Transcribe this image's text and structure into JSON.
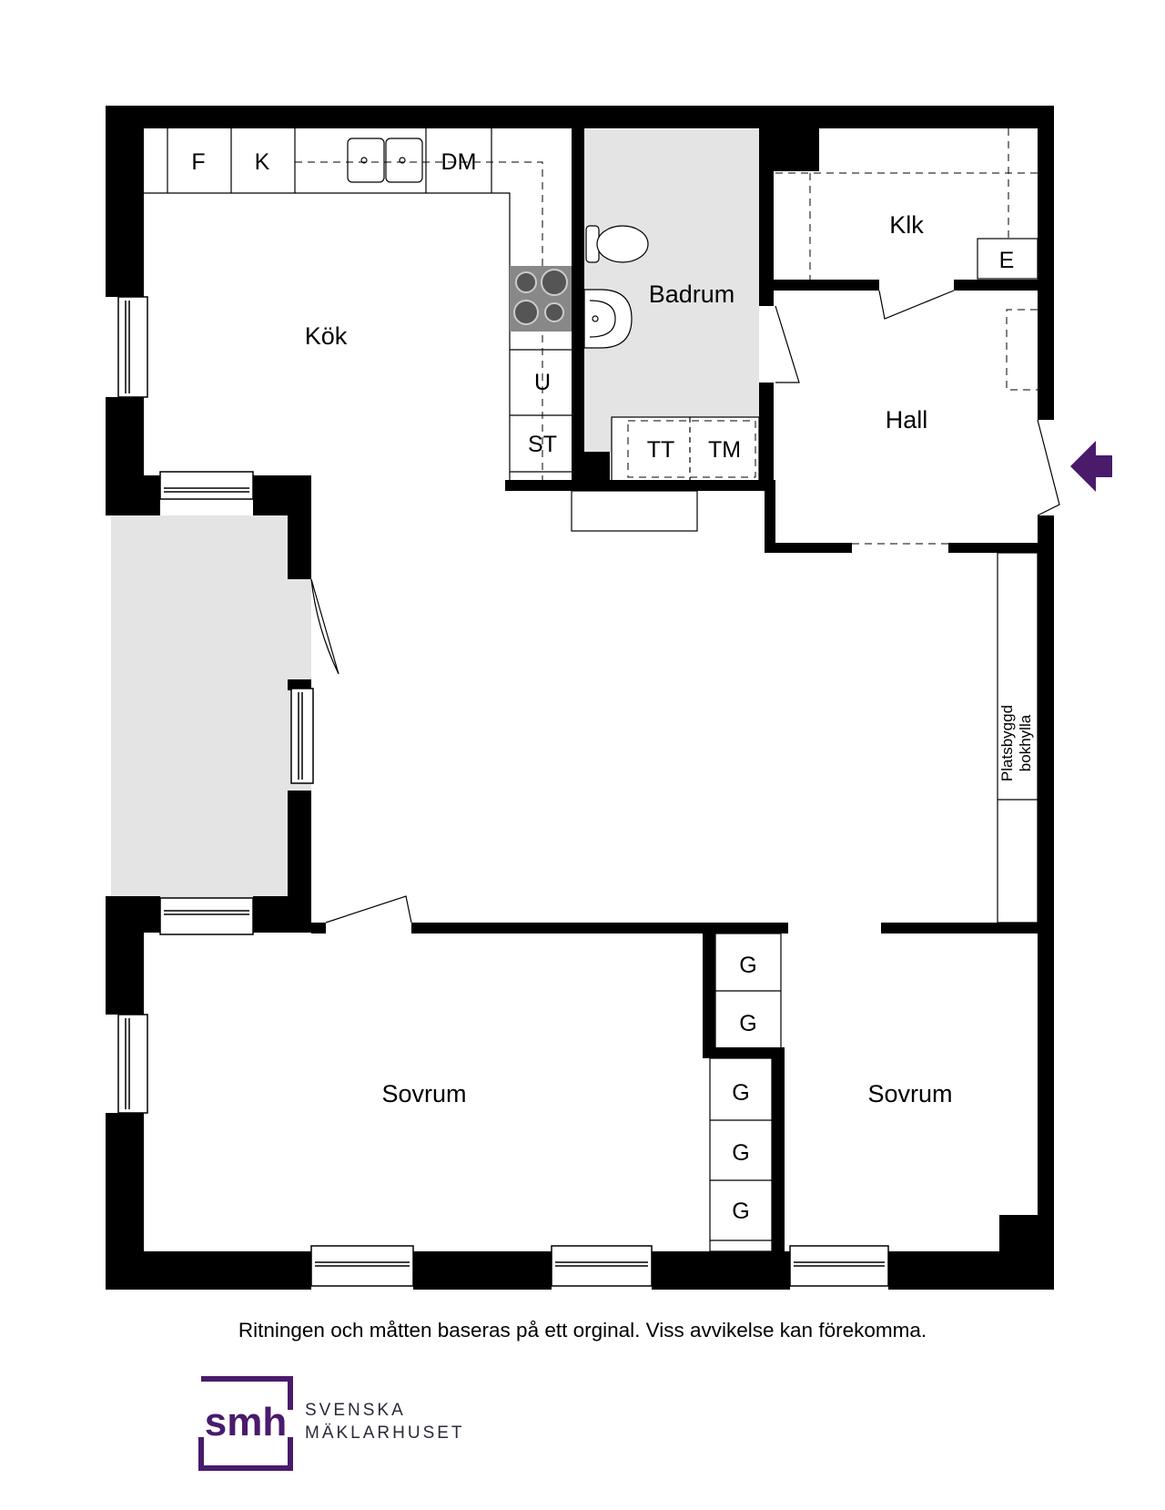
{
  "rooms": {
    "kok": "Kök",
    "badrum": "Badrum",
    "klk": "Klk",
    "hall": "Hall",
    "sovrum_left": "Sovrum",
    "sovrum_right": "Sovrum"
  },
  "appliances": {
    "f": "F",
    "k": "K",
    "dm": "DM",
    "u": "U",
    "st": "ST",
    "tt": "TT",
    "tm": "TM",
    "e": "E",
    "g": "G"
  },
  "bookshelf": {
    "line1": "Platsbyggd",
    "line2": "bokhylla"
  },
  "disclaimer": "Ritningen och måtten baseras på ett orginal. Viss avvikelse kan förekomma.",
  "logo": {
    "mark": "smh",
    "line1": "SVENSKA",
    "line2": "MÄKLARHUSET",
    "color": "#4a1a6b"
  },
  "colors": {
    "wall": "#000000",
    "wet_room": "#e4e4e4",
    "entrance_arrow": "#4a1a6b"
  }
}
